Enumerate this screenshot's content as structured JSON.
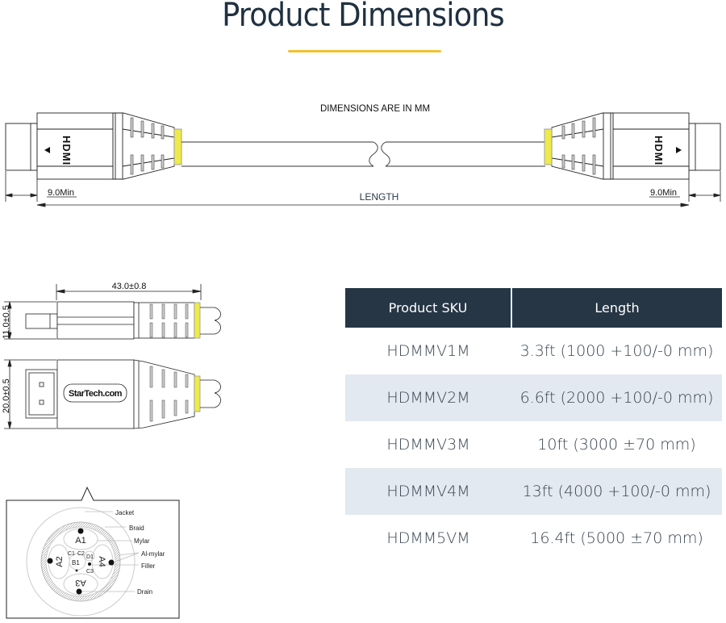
{
  "header": {
    "title": "Product Dimensions"
  },
  "colors": {
    "title": "#1f3040",
    "accent_underline": "#f2c12e",
    "strain_relief_band": "#eeea4a",
    "table_header_bg": "#263645",
    "table_alt_row_bg": "#e3e9f0"
  },
  "cable_drawing": {
    "note": "DIMENSIONS ARE IN MM",
    "left_min_label": "9.0Min",
    "right_min_label": "9.0Min",
    "length_label": "LENGTH",
    "connector_logo": "HDMI"
  },
  "connector_views": {
    "width_label": "43.0±0.8",
    "side_height_label": "11.0±0.5",
    "top_height_label": "20.0±0.5",
    "brand_label": "StarTech.com"
  },
  "cross_section": {
    "labels": [
      "Jacket",
      "Braid",
      "Mylar",
      "Al-mylar",
      "Filler",
      "Drain"
    ],
    "pairs": [
      "A1",
      "A2",
      "A3",
      "A4"
    ],
    "inner": [
      "C1",
      "C2",
      "D1",
      "B1",
      "C3"
    ]
  },
  "sku_table": {
    "headers": {
      "sku": "Product SKU",
      "length": "Length"
    },
    "rows": [
      {
        "sku": "HDMMV1M",
        "length": "3.3ft (1000 +100/-0 mm)"
      },
      {
        "sku": "HDMMV2M",
        "length": "6.6ft (2000 +100/-0 mm)"
      },
      {
        "sku": "HDMMV3M",
        "length": "10ft (3000 ±70 mm)"
      },
      {
        "sku": "HDMMV4M",
        "length": "13ft (4000 +100/-0 mm)"
      },
      {
        "sku": "HDMM5VM",
        "length": "16.4ft (5000 ±70 mm)"
      }
    ]
  }
}
